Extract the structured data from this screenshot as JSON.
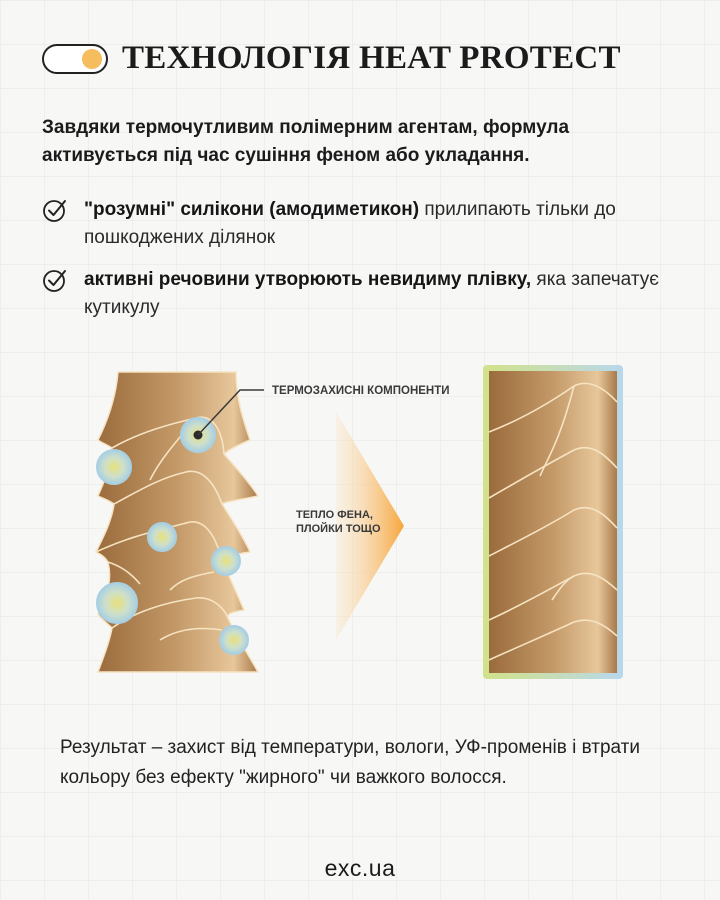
{
  "header": {
    "title": "ТЕХНОЛОГІЯ HEAT PROTECT"
  },
  "intro": "Завдяки термочутливим полімерним агентам, формула активується під час сушіння феном або укладання.",
  "bullets": [
    {
      "bold": "\"розумні\" силікони (амодиметикон)",
      "rest": " прилипають тільки до пошкоджених ділянок"
    },
    {
      "bold": "активні речовини утворюють невидиму плівку,",
      "rest": " яка запечатує кутикулу"
    }
  ],
  "illustration": {
    "callout_label": "ТЕРМОЗАХИСНІ КОМПОНЕНТИ",
    "arrow_label_line1": "ТЕПЛО ФЕНА,",
    "arrow_label_line2": "ПЛОЙКИ ТОЩО"
  },
  "result": "Результат – захист від температури, вологи, УФ-променів і втрати кольору без ефекту \"жирного\" чи важкого волосся.",
  "footer": {
    "site": "exc.ua"
  },
  "colors": {
    "accent": "#f5bd5e",
    "hair_dark": "#9a6b3c",
    "hair_light": "#e7c79b",
    "film_green": "#d2e28a",
    "film_blue": "#b7d8ec",
    "arrow_orange": "#f6a63c"
  },
  "icons": [
    "toggle-switch-icon",
    "check-circle-icon"
  ]
}
